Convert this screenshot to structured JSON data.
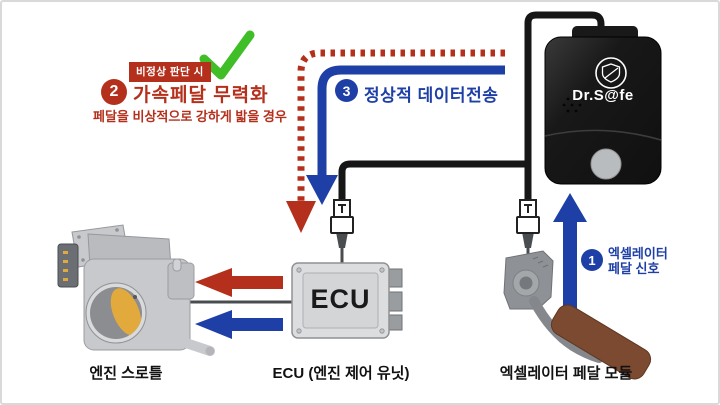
{
  "colors": {
    "red": "#B5301C",
    "blue": "#1E3FA6",
    "green": "#3FBE27",
    "cable": "#161616",
    "brown": "#7C4A31",
    "yellow": "#E2A93D"
  },
  "steps": {
    "step1": {
      "num": "1",
      "label": "엑셀레이터\n페달 신호"
    },
    "step2": {
      "num": "2",
      "badge": "비정상 판단 시",
      "title": "가속페달 무력화",
      "subtitle": "페달을 비상적으로 강하게 밟을 경우"
    },
    "step3": {
      "num": "3",
      "title": "정상적 데이터전송"
    }
  },
  "device": {
    "brand": "Dr.S@fe"
  },
  "ecu": {
    "label": "ECU"
  },
  "captions": {
    "throttle": "엔진 스로틀",
    "ecu": "ECU (엔진 제어 유닛)",
    "pedal": "엑셀레이터 페달 모듈"
  }
}
